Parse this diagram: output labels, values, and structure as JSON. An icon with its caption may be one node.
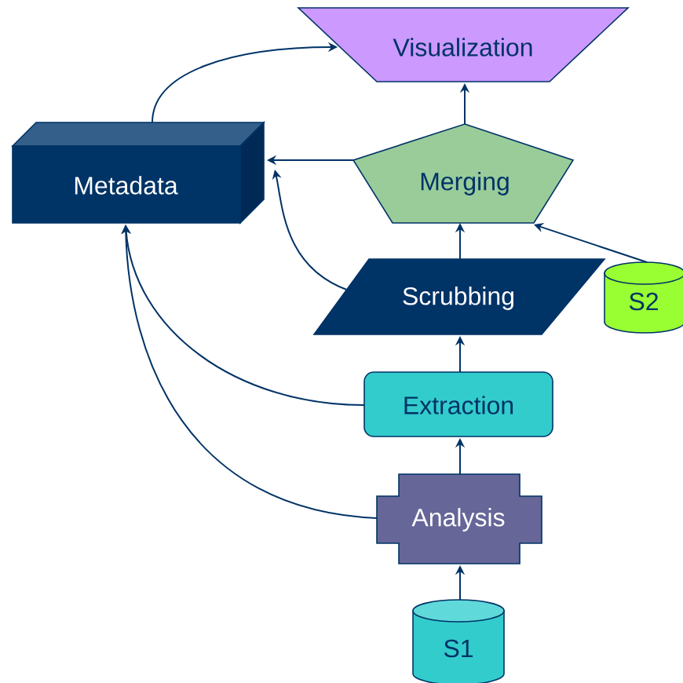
{
  "diagram": {
    "nodes": [
      {
        "text": [
          "Visualization"
        ]
      },
      {
        "text": [
          "Metadata"
        ]
      },
      {
        "text": [
          "Merging"
        ]
      },
      {
        "text": [
          "Scrubbing"
        ]
      },
      {
        "text": [
          "S2"
        ]
      },
      {
        "text": [
          "Extraction"
        ]
      },
      {
        "text": [
          "Analysis"
        ]
      },
      {
        "text": [
          "S1"
        ]
      }
    ],
    "edges": [
      {
        "from": 1,
        "to": 0,
        "arrow": "to"
      },
      {
        "from": 2,
        "to": 0,
        "arrow": "to"
      },
      {
        "from": 2,
        "to": 1,
        "arrow": "to"
      },
      {
        "from": 3,
        "to": 1,
        "arrow": "to"
      },
      {
        "from": 3,
        "to": 2,
        "arrow": "to"
      },
      {
        "from": 4,
        "to": 2,
        "arrow": "to"
      },
      {
        "from": 5,
        "to": 3,
        "arrow": "to"
      },
      {
        "from": 5,
        "to": 1,
        "arrow": "to"
      },
      {
        "from": 6,
        "to": 5,
        "arrow": "to"
      },
      {
        "from": 6,
        "to": 1,
        "arrow": "to"
      },
      {
        "from": 7,
        "to": 6,
        "arrow": "to"
      }
    ]
  }
}
